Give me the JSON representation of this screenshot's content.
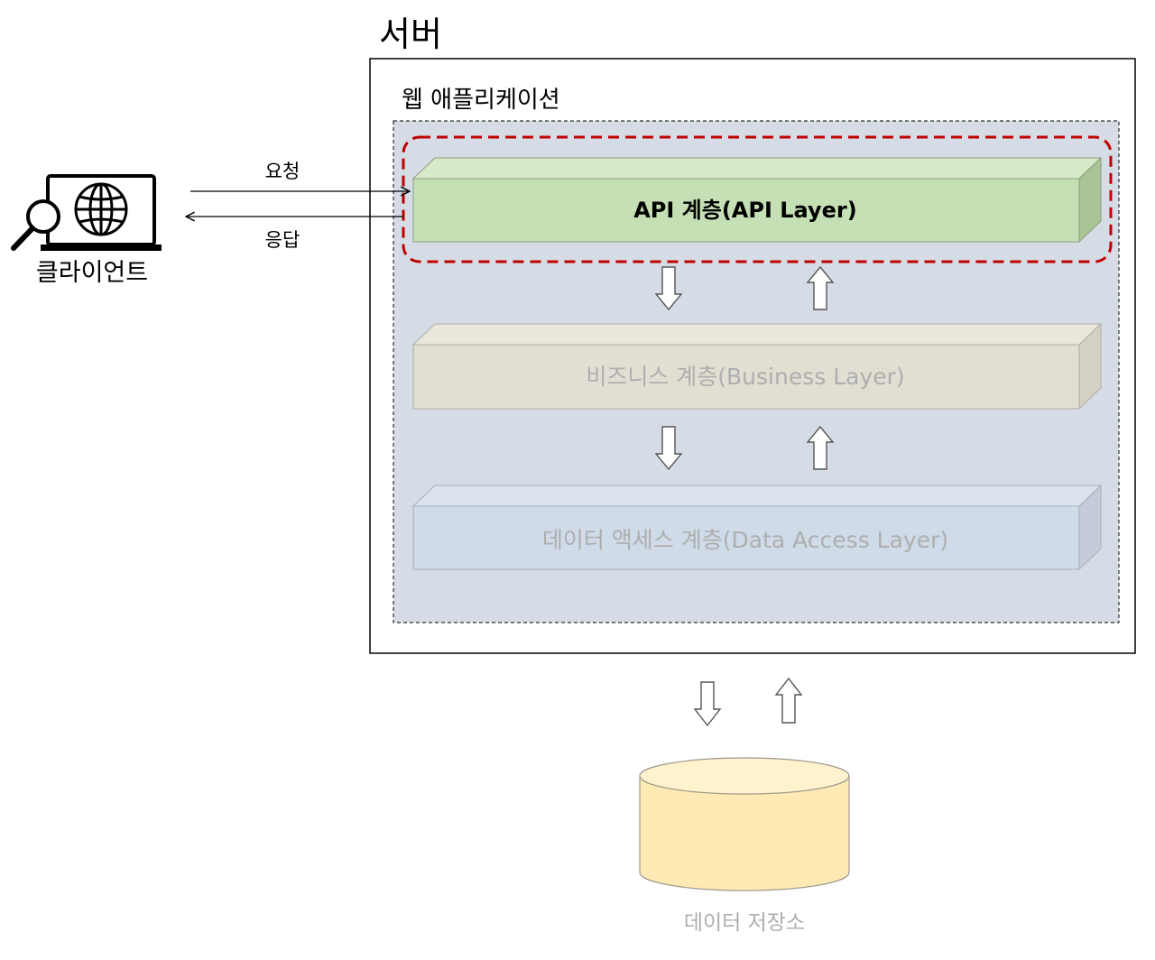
{
  "client": {
    "label": "클라이언트",
    "icon": "laptop-globe-search-icon"
  },
  "messages": {
    "request": "요청",
    "response": "응답"
  },
  "server": {
    "title": "서버",
    "web_app": {
      "title": "웹 애플리케이션",
      "layers": [
        {
          "label": "API 계층(API Layer)",
          "front": "#c5e0b4",
          "top": "#d6eac8",
          "side": "#a9c595",
          "text": "#000000",
          "highlighted": true
        },
        {
          "label": "비즈니스 계층(Business Layer)",
          "front": "#e1ded2",
          "top": "#e9e6dc",
          "side": "#d3d0c4",
          "text": "#aeaeae",
          "highlighted": false
        },
        {
          "label": "데이터 액세스 계층(Data Access Layer)",
          "front": "#cfdbe8",
          "top": "#dae3ee",
          "side": "#c3ccd8",
          "text": "#aeaeae",
          "highlighted": false
        }
      ]
    }
  },
  "datastore": {
    "label": "데이터 저장소",
    "icon": "database-cylinder-icon"
  },
  "colors": {
    "web_app_bg": "#d6dce5",
    "highlight_border": "#c00000",
    "datastore_fill": "#ffeab3",
    "muted_text": "#aeaeae"
  }
}
